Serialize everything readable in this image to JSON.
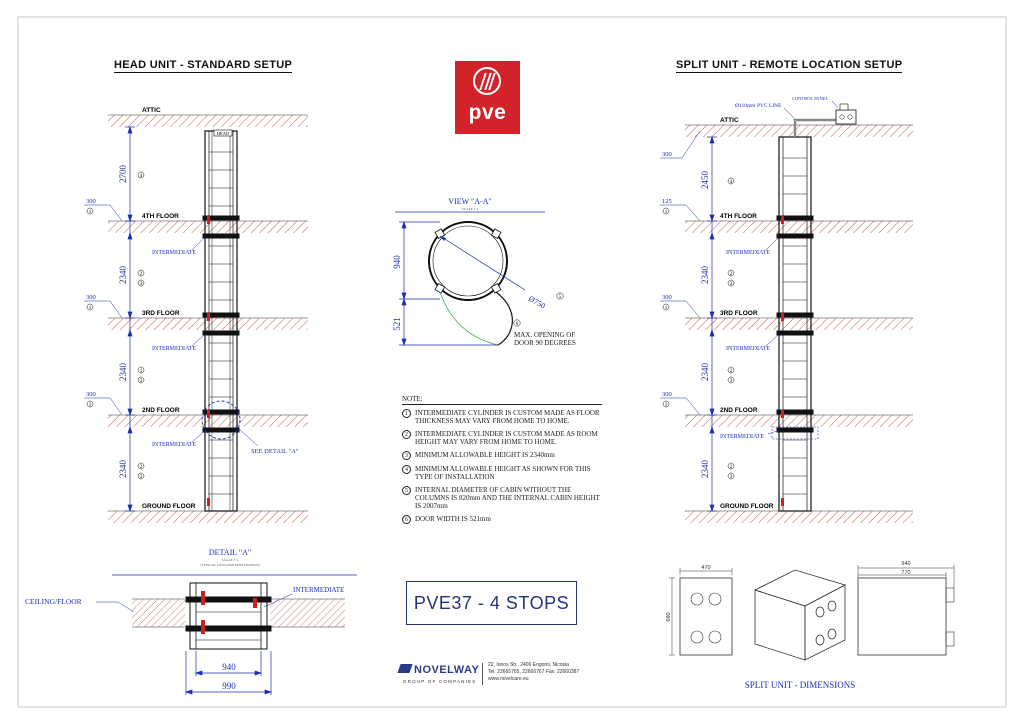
{
  "head_unit": {
    "title": "HEAD UNIT - STANDARD SETUP",
    "floors": [
      "ATTIC",
      "4TH FLOOR",
      "3RD FLOOR",
      "2ND FLOOR",
      "GROUND FLOOR"
    ],
    "head_label": "HEAD",
    "heights": [
      "2700",
      "2340",
      "2340",
      "2340"
    ],
    "slab_labels": [
      "300",
      "300",
      "300"
    ],
    "callouts": [
      [
        "4"
      ],
      [
        "2",
        "3"
      ],
      [
        "1",
        "3"
      ],
      [
        "2",
        "3"
      ]
    ],
    "slab_callouts": [
      "1",
      "1",
      "1"
    ],
    "intermediate_label": "INTERMEDIATE",
    "see_detail": "SEE DETAIL \"A\""
  },
  "split_unit": {
    "title": "SPLIT UNIT - REMOTE LOCATION SETUP",
    "floors": [
      "ATTIC",
      "4TH FLOOR",
      "3RD FLOOR",
      "2ND FLOOR",
      "GROUND FLOOR"
    ],
    "heights": [
      "2450",
      "2340",
      "2340",
      "2340"
    ],
    "slab_labels": [
      "300",
      "125",
      "300",
      "300"
    ],
    "callouts": [
      [
        "4"
      ],
      [
        "2",
        "3"
      ],
      [
        "2",
        "3"
      ],
      [
        "2",
        "3"
      ]
    ],
    "slab_callouts": [
      "1",
      "1",
      "1"
    ],
    "intermediate_label": "INTERMEDIATE",
    "pvc_line": "Ø110mm PVC LINE",
    "control_panel": "CONTROL PANEL"
  },
  "view_aa": {
    "title": "VIEW \"A-A\"",
    "scale": "SCALE 1:1",
    "dim_940": "940",
    "dim_521": "521",
    "diameter": "Ø750",
    "diameter_callout": "5",
    "door_callout": "6",
    "door_note_1": "MAX. OPENING OF",
    "door_note_2": "DOOR  90 DEGREES"
  },
  "notes": {
    "heading": "NOTE:",
    "items": [
      {
        "num": "1",
        "text": "INTERMEDIATE CYLINDER IS CUSTOM MADE AS FLOOR THICKNESS MAY VARY FROM HOME TO HOME."
      },
      {
        "num": "2",
        "text": "INTERMEDIATE CYLINDER IS CUSTOM MADE AS ROOM HEIGHT MAY VARY FROM HOME TO HOME."
      },
      {
        "num": "3",
        "text": "MINIMUM ALLOWABLE HEIGHT IS 2340mm"
      },
      {
        "num": "4",
        "text": "MINIMUM ALLOWABLE HEIGHT AS SHOWN FOR THIS TYPE OF INSTALLATION"
      },
      {
        "num": "5",
        "text": "INTERNAL DIAMETER OF CABIN WITHOUT THE COLUMNS IS 820mm AND THE INTERNAL CABIN HEIGHT IS 2007mm"
      },
      {
        "num": "6",
        "text": "DOOR WIDTH IS 521mm"
      }
    ]
  },
  "detail_a": {
    "title": "DETAIL \"A\"",
    "scale": "SCALE 1:1",
    "subtitle": "(TYPICAL OF FLOOR PENETRATION)",
    "ceiling_label": "CEILING/FLOOR",
    "intermediate_label": "INTERMEDIATE",
    "dim_inner": "940",
    "dim_outer": "990"
  },
  "dimensions": {
    "title": "SPLIT UNIT - DIMENSIONS",
    "front_width": "470",
    "front_height": "680",
    "side_width_outer": "940",
    "side_width_inner": "770"
  },
  "product": {
    "name": "PVE37 - 4 STOPS"
  },
  "logo": {
    "brand": "pve"
  },
  "company": {
    "name": "NOVELWAY",
    "group": "GROUP OF COMPANIES",
    "address": "22, Ionos Str., 2406 Engomi, Nicosia",
    "phone": "Tel: 22665765, 22666767    Fax: 22660387",
    "web": "www.novelcare.eu"
  },
  "colors": {
    "blue": "#1c2fb3",
    "green": "#2fa33a",
    "red": "#cc2020",
    "brand_red": "#d2232a",
    "slab": "#c06048"
  }
}
